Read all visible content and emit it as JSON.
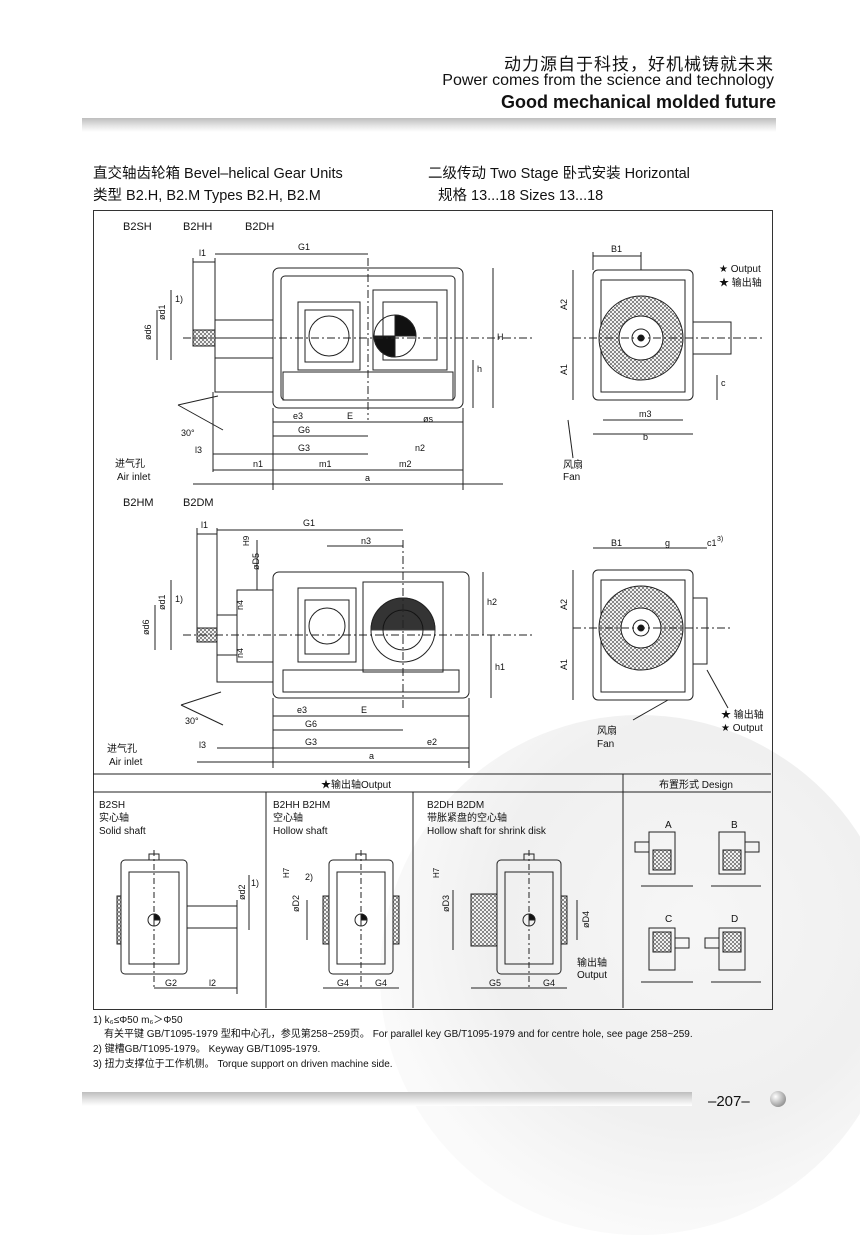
{
  "header": {
    "slogan_cn": "动力源自于科技，好机械铸就未来",
    "slogan_en": "Power comes from the science and technology",
    "slogan_en_bold": "Good mechanical molded future"
  },
  "titles": {
    "left_line1": "直交轴齿轮箱   Bevel–helical  Gear Units",
    "left_line2": "类型  B2.H,   B2.M  Types   B2.H,  B2.M",
    "right_line1": "二级传动  Two Stage  卧式安装  Horizontal",
    "right_line2": "规格 13...18  Sizes 13...18"
  },
  "diagram_top": {
    "variants": [
      "B2SH",
      "B2HH",
      "B2DH"
    ],
    "dims": [
      "l1",
      "G1",
      "ød1",
      "1)",
      "ød6",
      "H",
      "h",
      "e3",
      "E",
      "øs",
      "G6",
      "l3",
      "G3",
      "n2",
      "n1",
      "m1",
      "m2",
      "a",
      "30°"
    ],
    "side_dims": [
      "B1",
      "A2",
      "A1",
      "c",
      "m3",
      "b"
    ],
    "output_en": "★ Output",
    "output_cn": "★ 输出轴",
    "fan_cn": "风扇",
    "fan_en": "Fan",
    "air_cn": "进气孔",
    "air_en": "Air inlet"
  },
  "diagram_mid": {
    "variants": [
      "B2HM",
      "B2DM"
    ],
    "dims": [
      "l1",
      "G1",
      "n3",
      "H9",
      "øD5",
      "ød1",
      "1)",
      "ød6",
      "n4",
      "n4",
      "h2",
      "h1",
      "e3",
      "E",
      "G6",
      "l3",
      "G3",
      "e2",
      "a",
      "30°"
    ],
    "side_dims": [
      "B1",
      "g",
      "c1",
      "3)",
      "A2",
      "A1"
    ],
    "output_cn": "★ 输出轴",
    "output_en": "★ Output",
    "fan_cn": "风扇",
    "fan_en": "Fan",
    "air_cn": "进气孔",
    "air_en": "Air inlet"
  },
  "bottom": {
    "output_header": "★输出轴Output",
    "design_header": "布置形式 Design",
    "col1": {
      "code": "B2SH",
      "cn": "实心轴",
      "en": "Solid shaft",
      "dims": [
        "ød2",
        "1)",
        "G2",
        "l2"
      ]
    },
    "col2": {
      "code": "B2HH  B2HM",
      "cn": "空心轴",
      "en": "Hollow shaft",
      "dims": [
        "H7",
        "øD2",
        "2)",
        "G4",
        "G4"
      ]
    },
    "col3": {
      "code": "B2DH  B2DM",
      "cn": "带胀紧盘的空心轴",
      "en": "Hollow shaft for shrink disk",
      "dims": [
        "H7",
        "øD3",
        "øD4",
        "G5",
        "G4"
      ],
      "output_cn": "输出轴",
      "output_en": "Output"
    },
    "designs": [
      "A",
      "B",
      "C",
      "D"
    ]
  },
  "notes": {
    "n1": "1) k₆≤Φ50    m₆＞Φ50",
    "n1b": "有关平键 GB/T1095-1979 型和中心孔，参见第258~259页。 For parallel key GB/T1095-1979 and for centre hole, see page 258~259.",
    "n2": "2) 键槽GB/T1095-1979。      Keyway GB/T1095-1979.",
    "n3": "3) 扭力支撑位于工作机侧。   Torque support on driven machine side."
  },
  "page": {
    "number": "–207–"
  }
}
